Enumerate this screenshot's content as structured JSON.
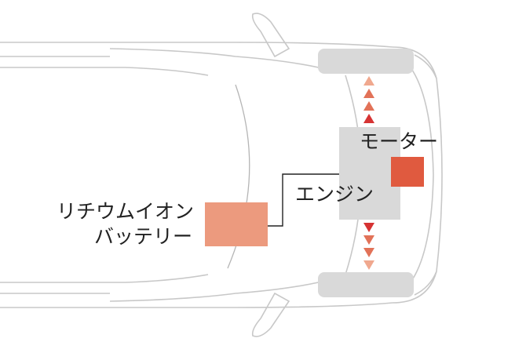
{
  "labels": {
    "motor": "モーター",
    "engine": "エンジン",
    "battery_line1": "リチウムイオン",
    "battery_line2": "バッテリー"
  },
  "colors": {
    "outline": "#c8c8c8",
    "wheel": "#d9d9d9",
    "engine": "#d9d9d9",
    "motor": "#e05a3f",
    "battery": "#ec9a7e",
    "arrow_dark": "#d63333",
    "arrow_mid": "#e27258",
    "arrow_light": "#f0a88e",
    "leader": "#222222",
    "text": "#222222"
  },
  "icons": {
    "arrows_front": "triangle-up-icon",
    "arrows_rear": "triangle-down-icon"
  }
}
